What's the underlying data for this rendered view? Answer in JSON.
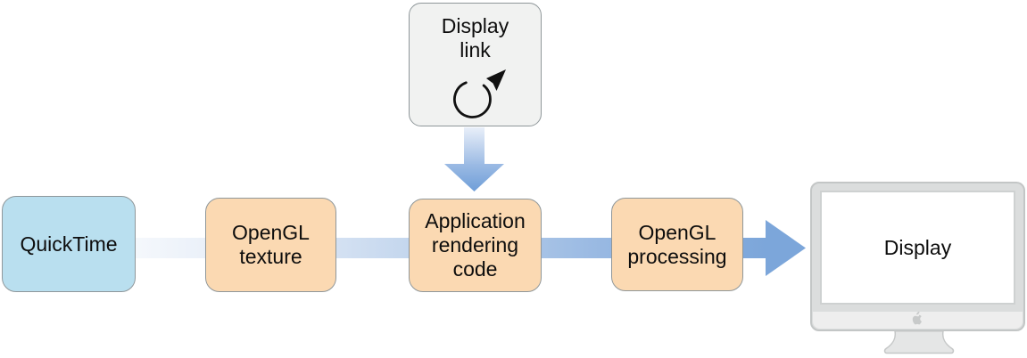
{
  "diagram": {
    "nodes": {
      "quicktime": {
        "label": "QuickTime",
        "fill": "#b9dfef"
      },
      "opengl_texture": {
        "label": "OpenGL\ntexture",
        "fill": "#fbd9b2"
      },
      "display_link": {
        "label": "Display\nlink",
        "fill": "#f1f2f1"
      },
      "app_rendering": {
        "label": "Application\nrendering\ncode",
        "fill": "#fbd9b2"
      },
      "opengl_processing": {
        "label": "OpenGL\nprocessing",
        "fill": "#fbd9b2"
      },
      "display": {
        "label": "Display"
      }
    },
    "flow": {
      "horizontal": [
        "QuickTime",
        "OpenGL texture",
        "Application rendering code",
        "OpenGL processing",
        "Display"
      ],
      "vertical": [
        "Display link",
        "Application rendering code"
      ]
    },
    "icons": {
      "loop": "loop-arrow-icon",
      "apple": "apple-logo-icon"
    },
    "colors": {
      "arrow_blue": "#7ca6da",
      "arrow_light": "#f5f8fc",
      "node_border": "#8f979a",
      "monitor_frame": "#dbdddd",
      "text": "#0d0d0d"
    }
  }
}
